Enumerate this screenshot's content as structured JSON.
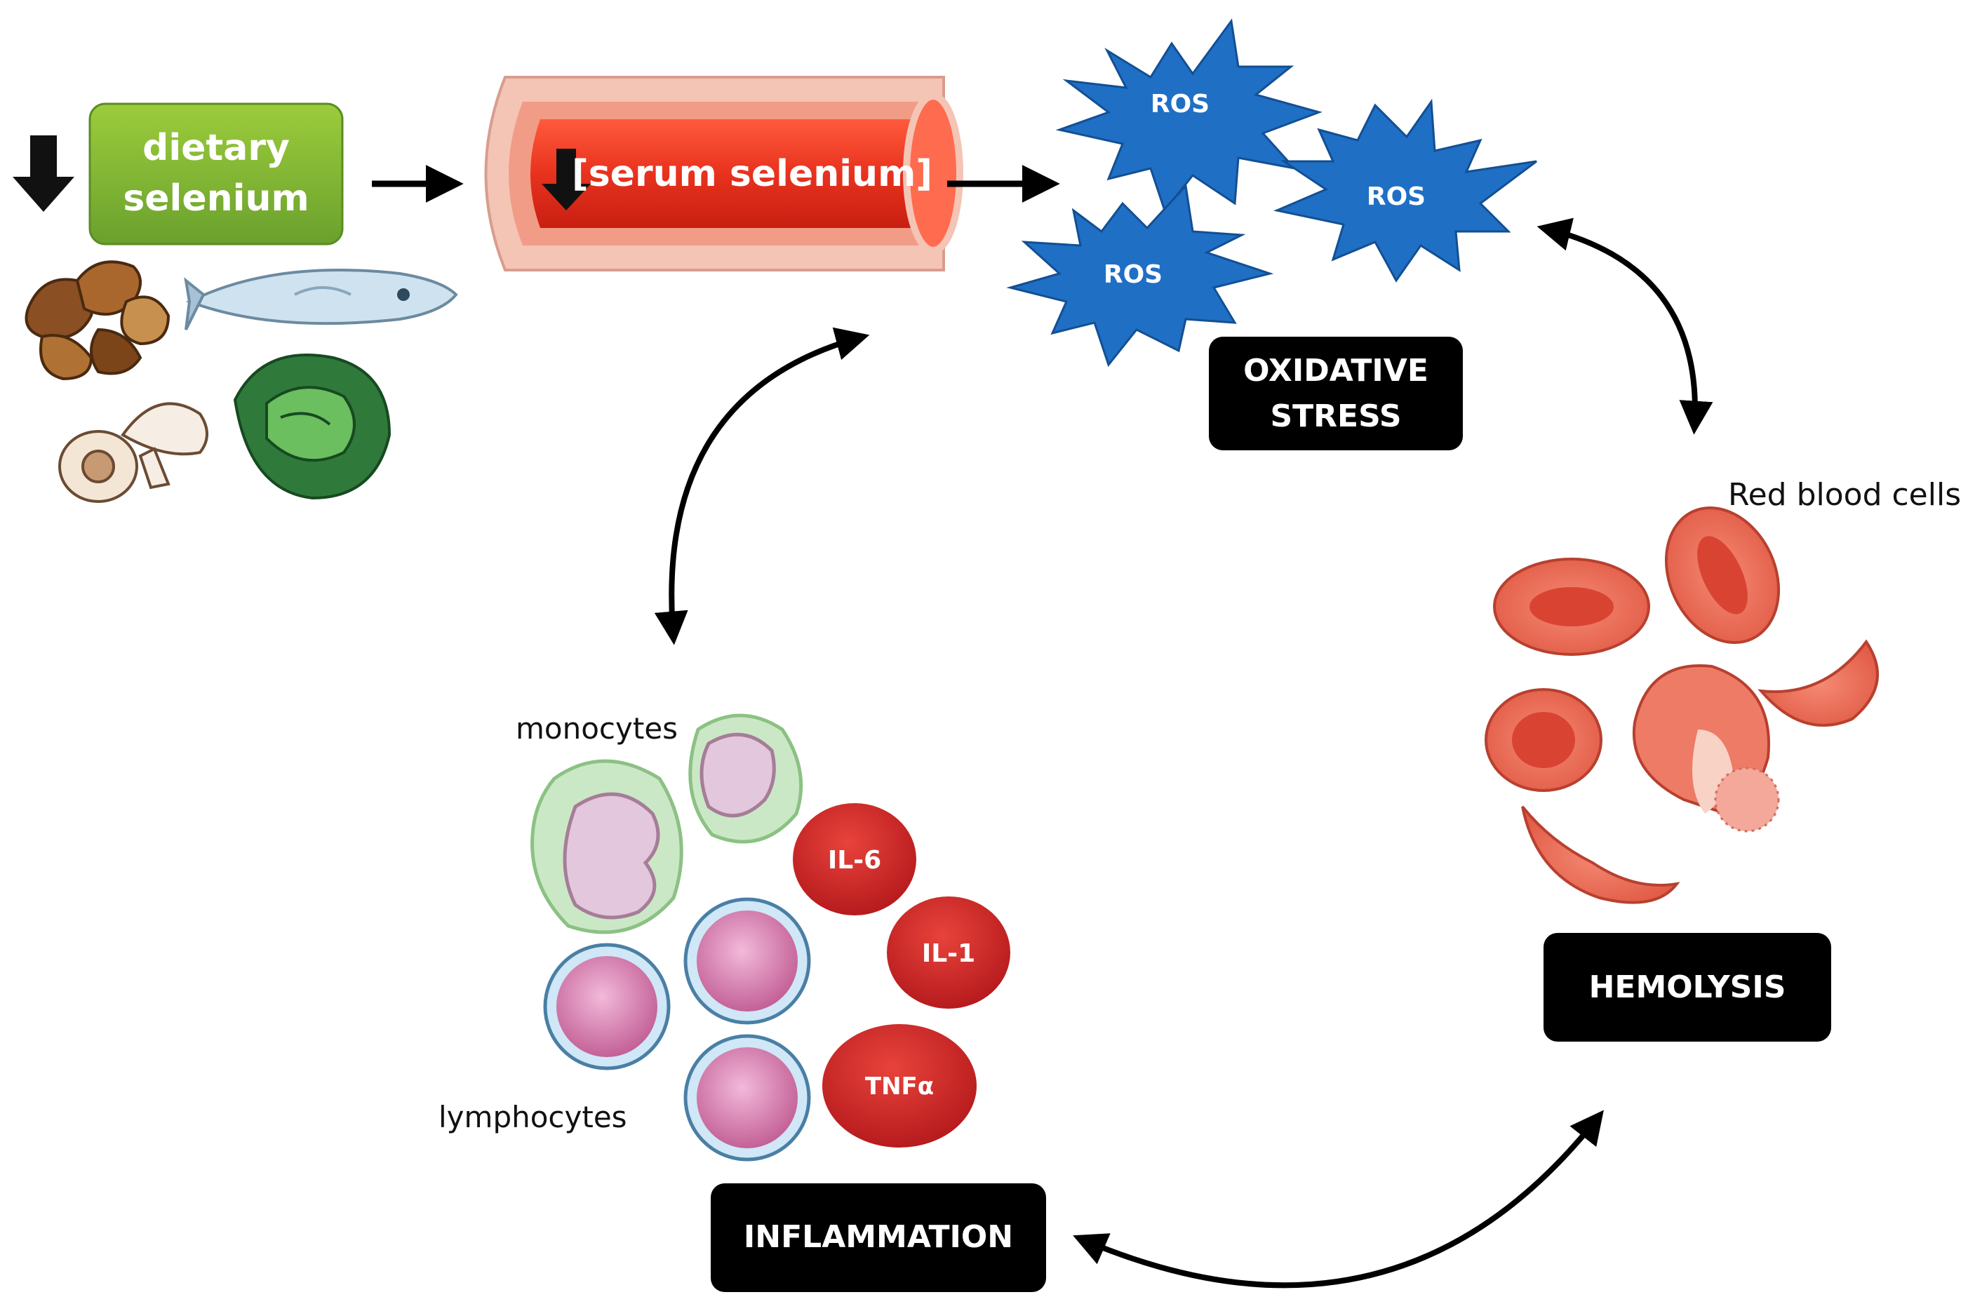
{
  "diagram": {
    "dietary_box": {
      "line1": "dietary",
      "line2": "selenium",
      "color": "#7cb342"
    },
    "serum_label": "[serum selenium]",
    "ros_labels": [
      "ROS",
      "ROS",
      "ROS"
    ],
    "oxidative_stress": {
      "line1": "OXIDATIVE",
      "line2": "STRESS"
    },
    "hemolysis_label": "HEMOLYSIS",
    "inflammation_label": "INFLAMMATION",
    "red_blood_cells_label": "Red blood cells",
    "monocytes_label": "monocytes",
    "lymphocytes_label": "lymphocytes",
    "cytokines": [
      "IL-6",
      "IL-1",
      "TNFα"
    ],
    "colors": {
      "ros_blue": "#1f6fc5",
      "vessel_red": "#e6301e",
      "label_box": "#000000",
      "cytokine_red": "#d42a25",
      "rbc": "#f2725e"
    },
    "icons": [
      "down-arrow-icon",
      "brazil-nuts-icon",
      "fish-icon",
      "mushrooms-icon",
      "cabbage-icon"
    ]
  }
}
